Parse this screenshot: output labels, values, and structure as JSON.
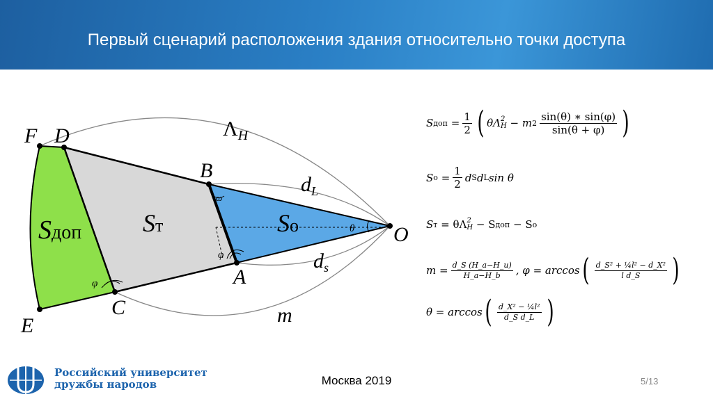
{
  "header": {
    "title": "Первый сценарий расположения здания относительно точки доступа"
  },
  "diagram": {
    "points": {
      "F": "F",
      "D": "D",
      "B": "B",
      "O": "O",
      "A": "A",
      "C": "C",
      "E": "E"
    },
    "regions": {
      "s_dop": "S",
      "s_dop_sub": "доп",
      "s_t": "S",
      "s_t_sub": "т",
      "s_o": "S",
      "s_o_sub": "о"
    },
    "arcs": {
      "lambda": "Λ",
      "lambda_sub": "H",
      "dL": "d",
      "dL_sub": "L",
      "ds": "d",
      "ds_sub": "s",
      "m": "m"
    },
    "angles": {
      "theta": "θ",
      "omega": "ω",
      "phi1": "φ",
      "phi2": "φ"
    },
    "colors": {
      "green": "#8ee04a",
      "gray": "#d8d8d8",
      "blue": "#5ba8e6"
    }
  },
  "formulas": {
    "f1": {
      "lhs": "S",
      "lhs_sub": "доп",
      "eq": "=",
      "half_n": "1",
      "half_d": "2",
      "a": "θΛ",
      "a_sup": "2",
      "a_sub": "H",
      "minus": "−",
      "m": "m",
      "m_sup": "2",
      "num": "sin(θ) ∗ sin(φ)",
      "den": "sin(θ + φ)"
    },
    "f2": {
      "lhs": "S",
      "lhs_sub": "о",
      "eq": "=",
      "half_n": "1",
      "half_d": "2",
      "rest": "d",
      "s": "S",
      "d2": "d",
      "L": "L",
      "sin": " sin θ"
    },
    "f3": {
      "text": "S",
      "sub": "т",
      "rest": "= θΛ",
      "sup": "2",
      "sub2": "H",
      "rest2": "− S",
      "sub3": "доп",
      "rest3": "− S",
      "sub4": "о"
    },
    "f4": {
      "lhs": "m =",
      "num": "d_S (H_a−H_u)",
      "den": "H_a−H_b",
      "mid": ", φ = arccos",
      "num2": "d_S² + ¼l² − d_X²",
      "den2": "l d_S"
    },
    "f5": {
      "lhs": "θ = arccos",
      "num": "d_X² − ¼l²",
      "den": "d_S d_L"
    }
  },
  "footer": {
    "city": "Москва 2019",
    "page": "5/13",
    "logo_line1": "Российский университет",
    "logo_line2": "дружбы народов"
  }
}
